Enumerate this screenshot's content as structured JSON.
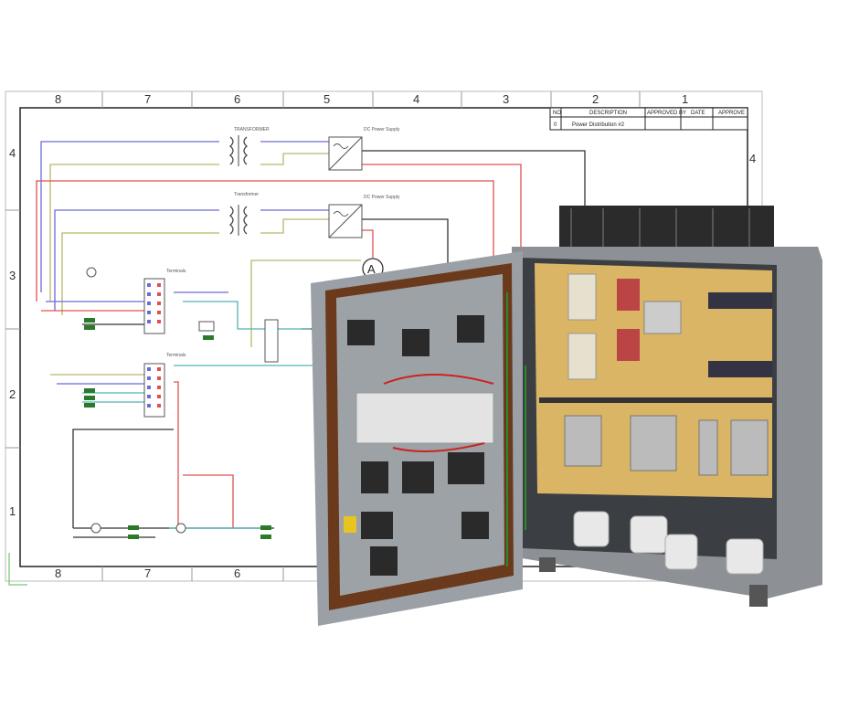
{
  "schematic": {
    "column_labels": [
      "8",
      "7",
      "6",
      "5",
      "4",
      "3",
      "2",
      "1"
    ],
    "row_labels": [
      "4",
      "3",
      "2",
      "1"
    ],
    "title_block": {
      "headers": [
        "NO",
        "DESCRIPTION",
        "APPROVED BY",
        "DATE",
        "APPROVE"
      ],
      "row_no": "0",
      "row_description": "Power Distribution #2"
    },
    "transformer_labels": [
      "TRANSFORMER",
      "Transformer"
    ],
    "power_supply_labels": [
      "DC Power Supply",
      "DC Power Supply"
    ],
    "meter_symbol": "A",
    "terminal_labels": [
      "Terminals",
      "Terminals"
    ]
  },
  "colors": {
    "wire_blue": "#6b6bd8",
    "wire_olive": "#b8b86a",
    "wire_red": "#e05050",
    "wire_teal": "#4fb3b3",
    "wire_black": "#333333",
    "backplate": "#d9b565",
    "gasket": "#6b3a1c",
    "cabinet": "#8d9196"
  }
}
